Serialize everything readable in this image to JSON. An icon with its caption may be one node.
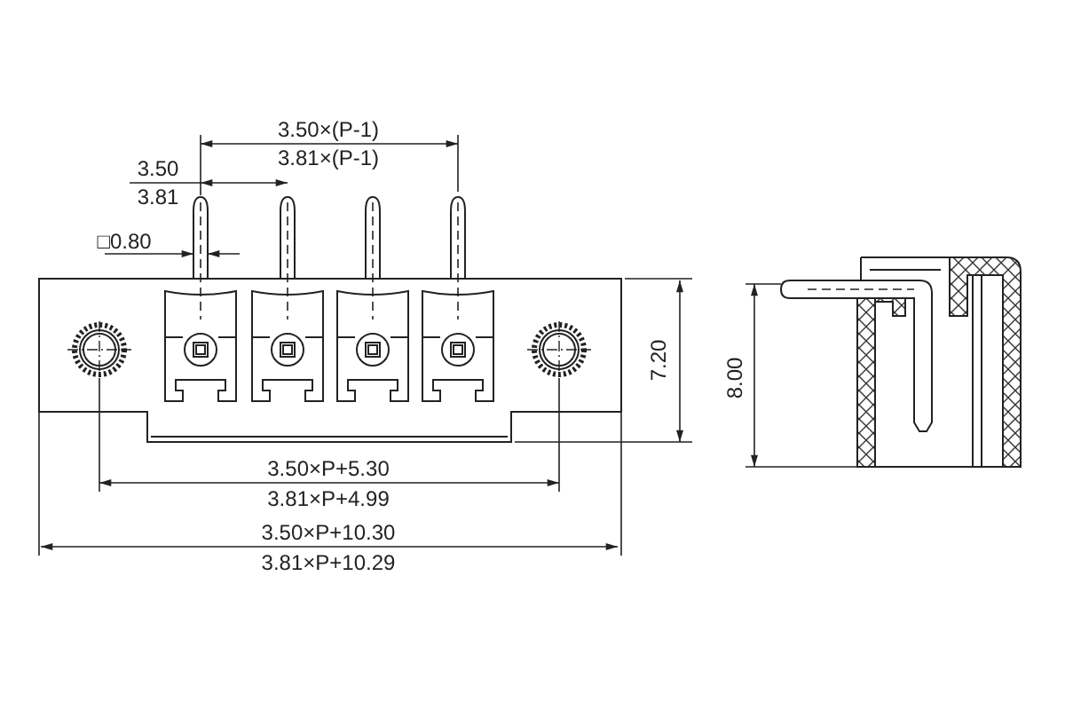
{
  "diagram": {
    "labels": [
      "3.50×(P-1)",
      "3.81×(P-1)",
      "3.50",
      "3.81",
      "□0.80",
      "7.20",
      "8.00",
      "3.50×P+5.30",
      "3.81×P+4.99",
      "3.50×P+10.30",
      "3.81×P+10.29"
    ]
  }
}
